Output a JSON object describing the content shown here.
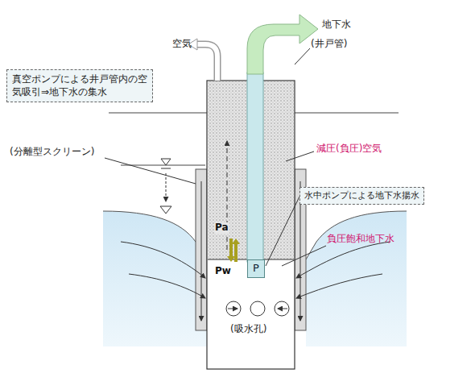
{
  "diagram": {
    "nodes": [
      {
        "text": [
          "真空ポンプによる井戸管内の空気吸引⇒地下水の集水"
        ]
      },
      {
        "text": [
          "水中ポンプによる地下水揚水"
        ]
      },
      {
        "text": [
          "P"
        ]
      }
    ],
    "labels": [
      "空気",
      "地下水",
      "(井戸管)",
      "(分離型スクリーン)",
      "減圧(負圧)空気",
      "負圧飽和地下水",
      "Pa",
      "Pw",
      "(吸水孔)"
    ]
  }
}
